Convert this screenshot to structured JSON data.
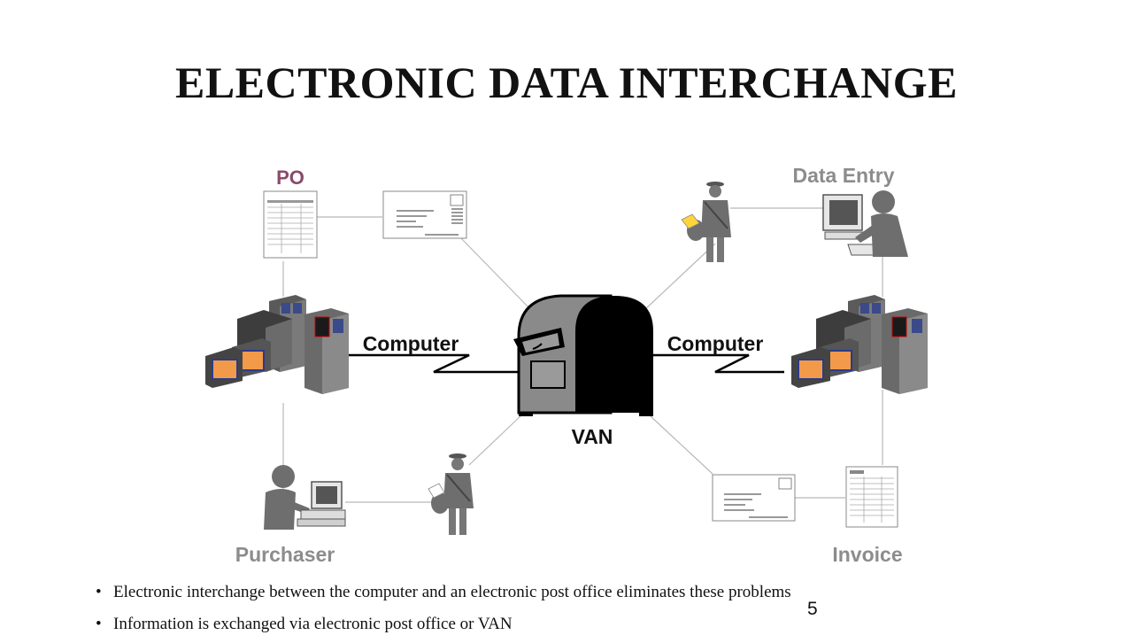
{
  "slide": {
    "title": "ELECTRONIC DATA INTERCHANGE",
    "page_number": "5"
  },
  "diagram": {
    "labels": {
      "po": "PO",
      "data_entry": "Data Entry",
      "computer_left": "Computer",
      "computer_right": "Computer",
      "van": "VAN",
      "purchaser": "Purchaser",
      "invoice": "Invoice"
    },
    "colors": {
      "po_label": "#8b4a6b",
      "gray_label": "#8c8c8c",
      "dark_label": "#111111",
      "connector": "#b8b8b8",
      "figure": "#6e6e6e"
    }
  },
  "bullets": [
    "Electronic interchange between the computer and an electronic post office eliminates these problems",
    "Information is exchanged via electronic post office or VAN"
  ]
}
